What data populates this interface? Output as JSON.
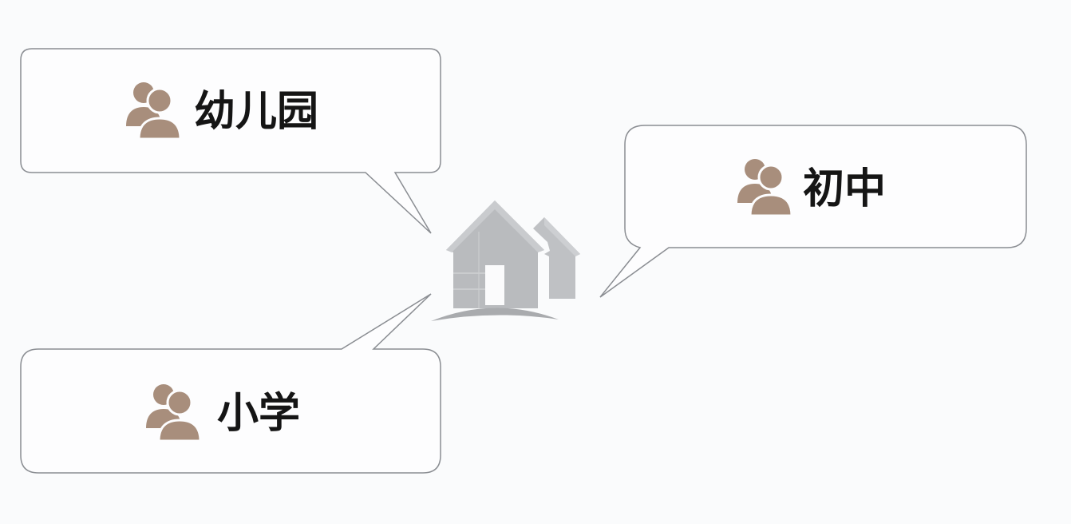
{
  "colors": {
    "background": "#fafbfc",
    "bubble_fill": "#fdfdfe",
    "bubble_stroke": "#8a8d92",
    "person_icon": "#a88e7c",
    "house_icon": "#b8babd",
    "text": "#151515"
  },
  "center_icon": "house-icon",
  "bubbles": [
    {
      "label": "幼儿园",
      "icon": "people-icon"
    },
    {
      "label": "初中",
      "icon": "people-icon"
    },
    {
      "label": "小学",
      "icon": "people-icon"
    }
  ]
}
